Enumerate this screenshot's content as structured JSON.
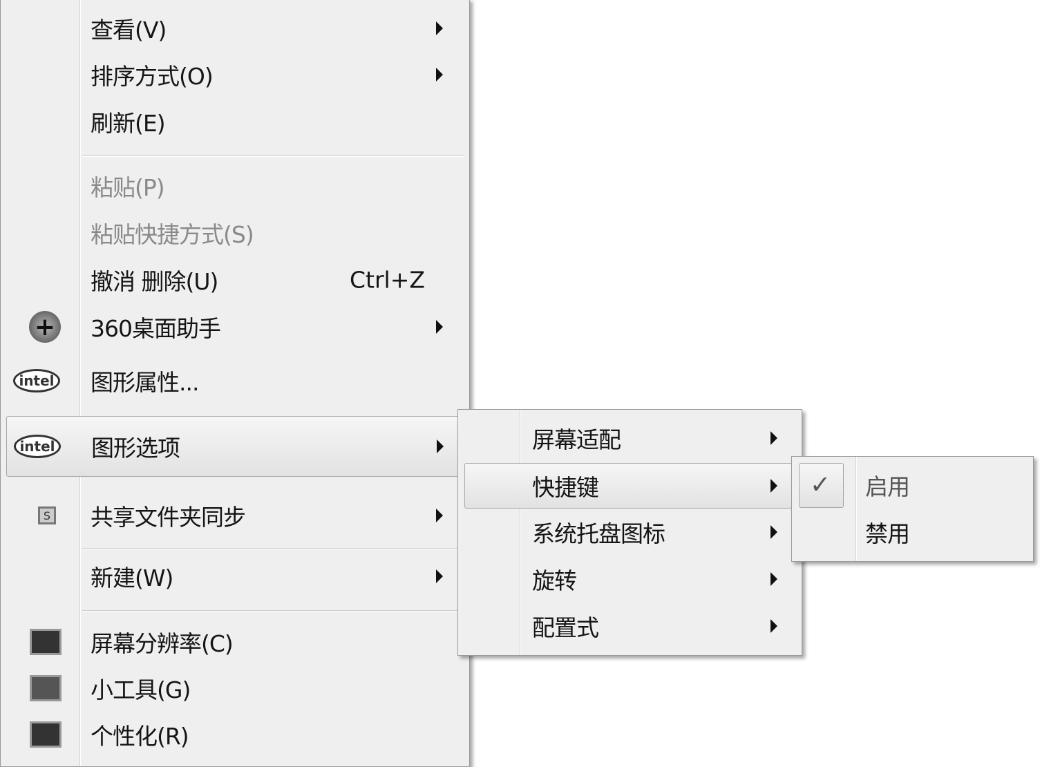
{
  "main_menu": {
    "items": [
      {
        "label": "查看(V)",
        "submenu": true
      },
      {
        "label": "排序方式(O)",
        "submenu": true
      },
      {
        "label": "刷新(E)"
      },
      {
        "label": "粘贴(P)",
        "disabled": true
      },
      {
        "label": "粘贴快捷方式(S)",
        "disabled": true
      },
      {
        "label": "撤消 删除(U)",
        "shortcut": "Ctrl+Z"
      },
      {
        "label": "360桌面助手",
        "icon": "360-icon",
        "icon_text": "+",
        "submenu": true
      },
      {
        "label": "图形属性...",
        "icon": "intel-icon",
        "icon_text": "intel"
      },
      {
        "label": "图形选项",
        "icon": "intel-icon",
        "icon_text": "intel",
        "submenu": true,
        "highlighted": true
      },
      {
        "label": "共享文件夹同步",
        "icon": "sync-icon",
        "icon_text": "S",
        "submenu": true
      },
      {
        "label": "新建(W)",
        "submenu": true
      },
      {
        "label": "屏幕分辨率(C)",
        "icon": "monitor-icon"
      },
      {
        "label": "小工具(G)",
        "icon": "gadgets-icon"
      },
      {
        "label": "个性化(R)",
        "icon": "personalize-icon"
      }
    ]
  },
  "graphics_submenu": {
    "items": [
      {
        "label": "屏幕适配"
      },
      {
        "label": "快捷键",
        "highlighted": true
      },
      {
        "label": "系统托盘图标"
      },
      {
        "label": "旋转"
      },
      {
        "label": "配置式"
      }
    ]
  },
  "hotkey_submenu": {
    "items": [
      {
        "label": "启用",
        "checked": true,
        "check": "✓"
      },
      {
        "label": "禁用"
      }
    ]
  }
}
